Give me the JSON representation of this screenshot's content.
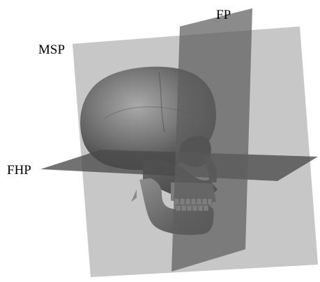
{
  "labels": {
    "fp": "FP",
    "msp": "MSP",
    "fhp": "FHP"
  },
  "colors": {
    "background": "#ffffff",
    "midsagittal_plane": "#bdbdbd",
    "frontal_plane": "#6f6f6f",
    "horizontal_plane": "#5b5b5b",
    "skull": "#6b6b6b",
    "label_text": "#000000"
  },
  "icons": []
}
